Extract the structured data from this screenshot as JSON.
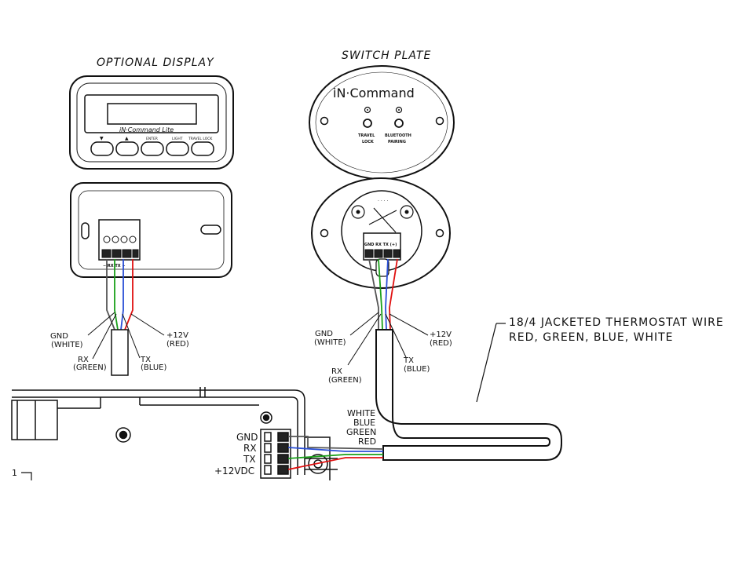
{
  "display": {
    "title": "OPTIONAL DISPLAY",
    "brand": "iN·Command Lite",
    "buttons": [
      "▼",
      "▲",
      "ENTER",
      "LIGHT",
      "TRAVEL LOCK"
    ],
    "terminal_label": "− RX TX +",
    "wires": {
      "gnd": "GND",
      "gnd_color": "(WHITE)",
      "rx": "RX",
      "rx_color": "(GREEN)",
      "tx": "TX",
      "tx_color": "(BLUE)",
      "pwr": "+12V",
      "pwr_color": "(RED)"
    }
  },
  "switch_plate": {
    "title": "SWITCH PLATE",
    "brand": "iN·Command",
    "button1_line1": "TRAVEL",
    "button1_line2": "LOCK",
    "button2_line1": "BLUETOOTH",
    "button2_line2": "PAIRING",
    "terminal_label": "GND RX TX (+)",
    "wires": {
      "gnd": "GND",
      "gnd_color": "(WHITE)",
      "rx": "RX",
      "rx_color": "(GREEN)",
      "tx": "TX",
      "tx_color": "(BLUE)",
      "pwr": "+12V",
      "pwr_color": "(RED)"
    }
  },
  "cable": {
    "line1": "18/4 JACKETED THERMOSTAT WIRE",
    "line2": "RED, GREEN, BLUE, WHITE"
  },
  "controller": {
    "terminals": [
      "GND",
      "RX",
      "TX",
      "+12VDC"
    ],
    "wire_colors": [
      "WHITE",
      "BLUE",
      "GREEN",
      "RED"
    ],
    "corner_label": "1"
  },
  "colors": {
    "white_wire": "#555555",
    "green_wire": "#1aa01a",
    "blue_wire": "#2a4fd6",
    "red_wire": "#e01010"
  }
}
